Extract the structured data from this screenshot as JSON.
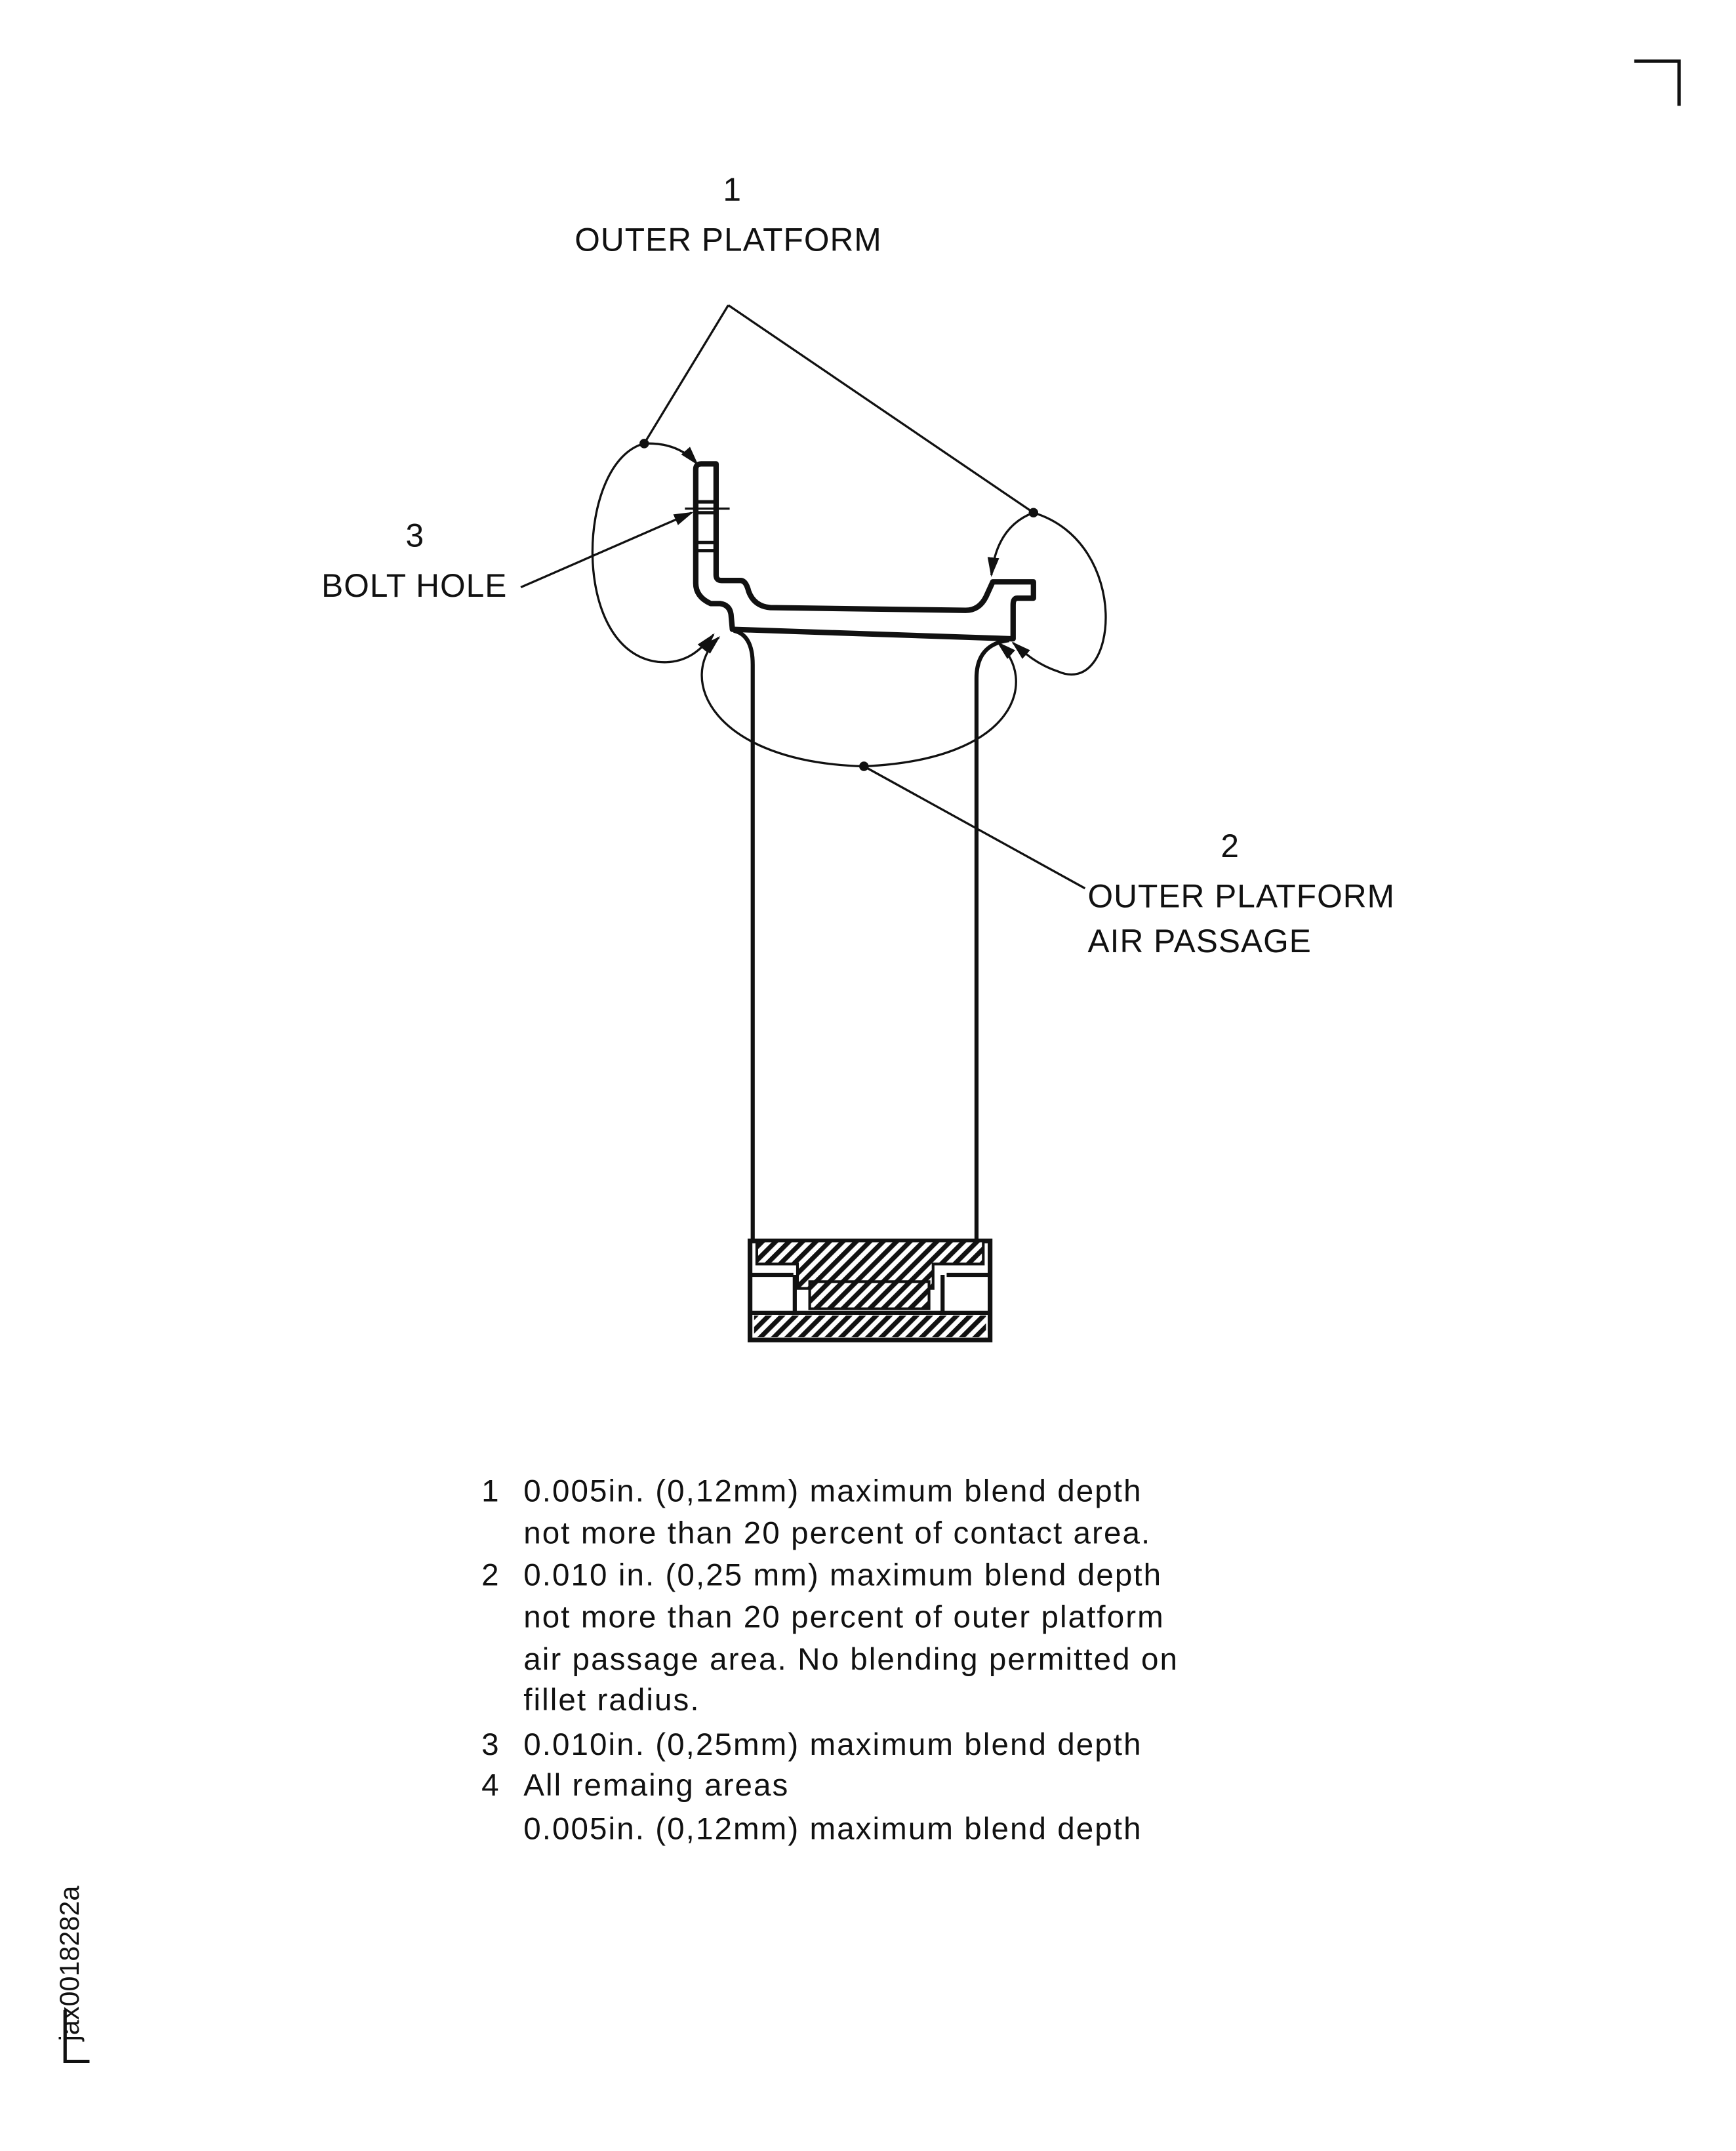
{
  "callouts": [
    {
      "number": "1",
      "label_lines": [
        "OUTER PLATFORM"
      ]
    },
    {
      "number": "2",
      "label_lines": [
        "OUTER PLATFORM",
        "AIR PASSAGE"
      ]
    },
    {
      "number": "3",
      "label_lines": [
        "BOLT HOLE"
      ]
    }
  ],
  "notes": [
    {
      "number": "1",
      "lines": [
        "0.005in. (0,12mm) maximum blend depth",
        "not more than 20 percent of contact area."
      ]
    },
    {
      "number": "2",
      "lines": [
        "0.010 in. (0,25 mm) maximum blend depth",
        "not more than 20 percent of outer platform",
        "air passage area. No blending permitted on",
        "fillet radius."
      ]
    },
    {
      "number": "3",
      "lines": [
        "0.010in. (0,25mm) maximum blend depth"
      ]
    },
    {
      "number": "4",
      "lines": [
        "All remaing areas",
        "0.005in. (0,12mm) maximum blend depth"
      ]
    }
  ],
  "figure_id": "jax0018282a"
}
